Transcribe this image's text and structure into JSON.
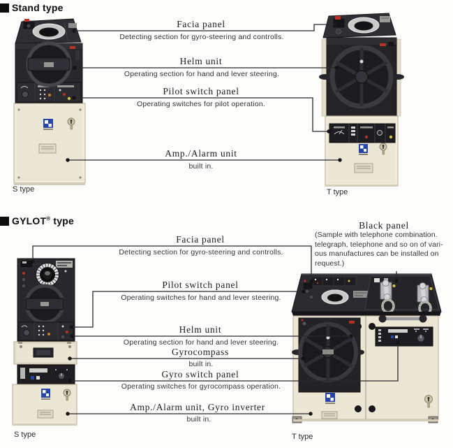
{
  "colors": {
    "panel_dark": "#28282c",
    "panel_darker": "#1d1d21",
    "cabinet_cream": "#ece6d4",
    "logo_blue": "#2546a6",
    "connector_line": "#2a2a2a",
    "accent_red": "#c03028",
    "accent_yellow": "#d8c840"
  },
  "stand": {
    "header": "Stand type",
    "labels": [
      {
        "id": "facia",
        "title": "Facia panel",
        "desc": "Detecting section for gyro-steering and controlls."
      },
      {
        "id": "helm",
        "title": "Helm unit",
        "desc": "Operating section for hand and lever steering."
      },
      {
        "id": "pilot",
        "title": "Pilot switch panel",
        "desc": "Operating switches for pilot operation."
      },
      {
        "id": "amp",
        "title": "Amp./Alarm unit",
        "desc": "built in."
      }
    ],
    "caption_left": "S type",
    "caption_right": "T type"
  },
  "gylot": {
    "header": "GYLOT",
    "header_reg": "®",
    "header_suffix": "type",
    "black_panel": {
      "title": "Black panel",
      "lines": [
        "(Sample with telephone combination.",
        "telegraph, telephone and so on of vari-",
        "ous manufactures can be installed on",
        "request.)"
      ]
    },
    "labels": [
      {
        "id": "facia",
        "title": "Facia panel",
        "desc": "Detecting section for gyro-steering and controlls."
      },
      {
        "id": "pilot",
        "title": "Pilot switch panel",
        "desc": "Operating switches for hand and lever steering."
      },
      {
        "id": "helm",
        "title": "Helm unit",
        "desc": "Operating section for hand and lever steering."
      },
      {
        "id": "gyrocompass",
        "title": "Gyrocompass",
        "desc": "built in."
      },
      {
        "id": "gyroswitch",
        "title": "Gyro switch panel",
        "desc": "Operating switches for gyrocompass operation."
      },
      {
        "id": "amp",
        "title": "Amp./Alarm unit, Gyro inverter",
        "desc": "built in."
      }
    ],
    "caption_left": "S type",
    "caption_right": "T type"
  }
}
